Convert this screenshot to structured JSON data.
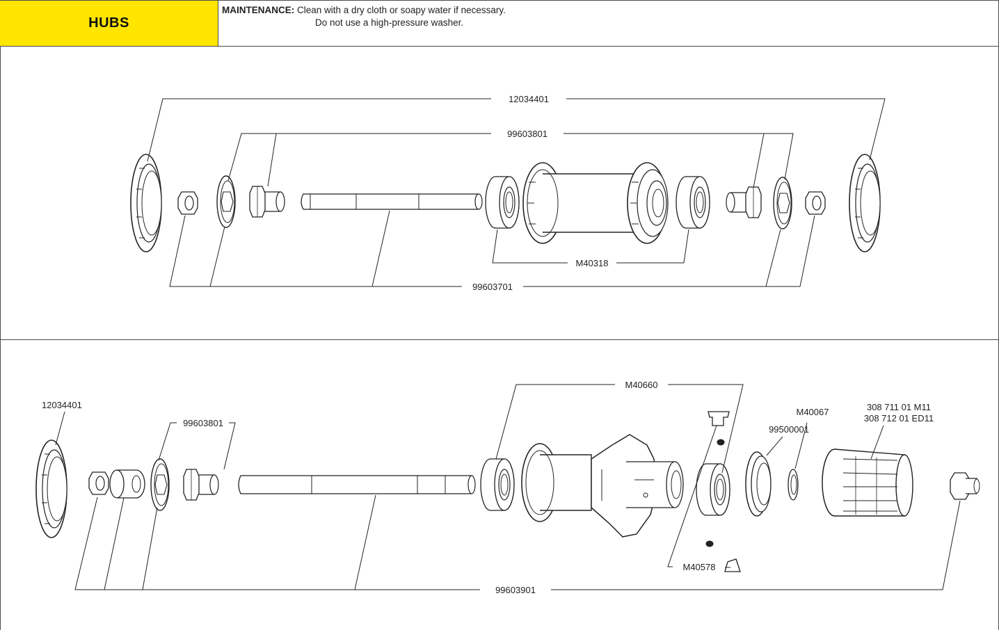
{
  "header": {
    "section_title": "HUBS",
    "maintenance_label": "MAINTENANCE:",
    "maintenance_line1": "Clean with a dry cloth or soapy water if necessary.",
    "maintenance_line2": "Do not use a high-pressure washer."
  },
  "front_hub": {
    "label_cap": "12034401",
    "label_adapter_kit": "99603801",
    "label_bearings": "M40318",
    "label_axle_kit": "99603701"
  },
  "rear_hub": {
    "label_cap": "12034401",
    "label_adapter_kit": "99603801",
    "label_bearings": "M40660",
    "label_seal": "99500001",
    "label_washer": "M40067",
    "label_freehub_1": "308 711 01 M11",
    "label_freehub_2": "308 712 01 ED11",
    "label_pawls": "M40578",
    "label_axle_kit": "99603901"
  },
  "colors": {
    "header_yellow": "#ffe500",
    "line": "#222222"
  }
}
